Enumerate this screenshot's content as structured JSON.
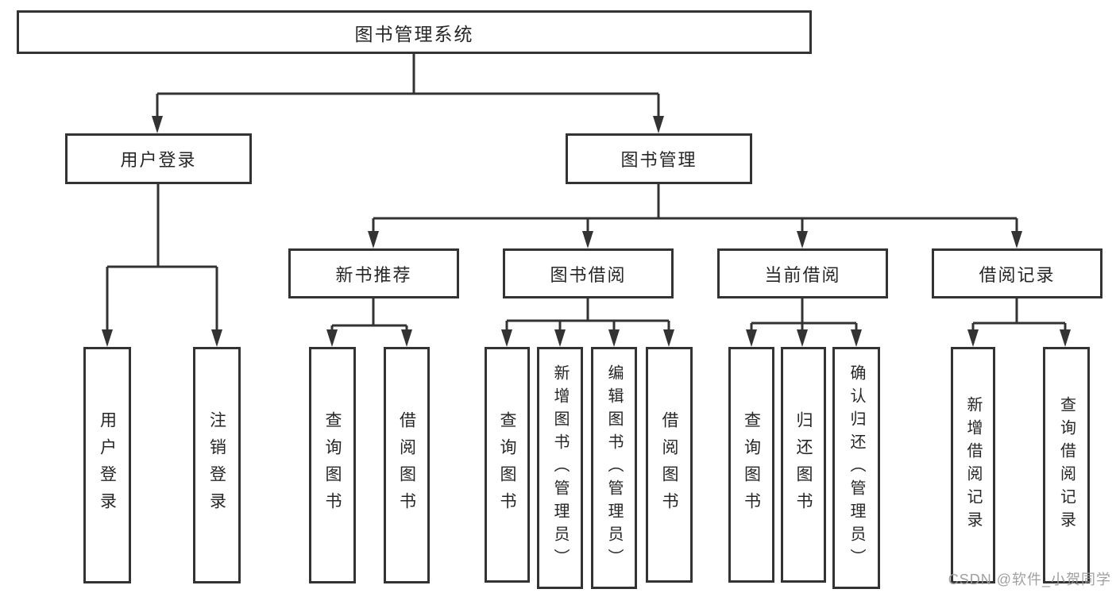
{
  "colors": {
    "line": "#333333",
    "box_border": "#333333",
    "text": "#262626",
    "watermark": "#9b9b9b",
    "background": "#ffffff"
  },
  "diagram": {
    "root": {
      "label": "图书管理系统"
    },
    "branches": [
      {
        "label": "用户登录",
        "children": [
          {
            "label": "用户登录"
          },
          {
            "label": "注销登录"
          }
        ]
      },
      {
        "label": "图书管理",
        "children": [
          {
            "label": "新书推荐",
            "children": [
              {
                "label": "查询图书"
              },
              {
                "label": "借阅图书"
              }
            ]
          },
          {
            "label": "图书借阅",
            "children": [
              {
                "label": "查询图书"
              },
              {
                "label": "新增图书（管理员）"
              },
              {
                "label": "编辑图书（管理员）"
              },
              {
                "label": "借阅图书"
              }
            ]
          },
          {
            "label": "当前借阅",
            "children": [
              {
                "label": "查询图书"
              },
              {
                "label": "归还图书"
              },
              {
                "label": "确认归还（管理员）"
              }
            ]
          },
          {
            "label": "借阅记录",
            "children": [
              {
                "label": "新增借阅记录"
              },
              {
                "label": "查询借阅记录"
              }
            ]
          }
        ]
      }
    ]
  },
  "watermark": {
    "text": "CSDN @软件_小贺同学"
  }
}
